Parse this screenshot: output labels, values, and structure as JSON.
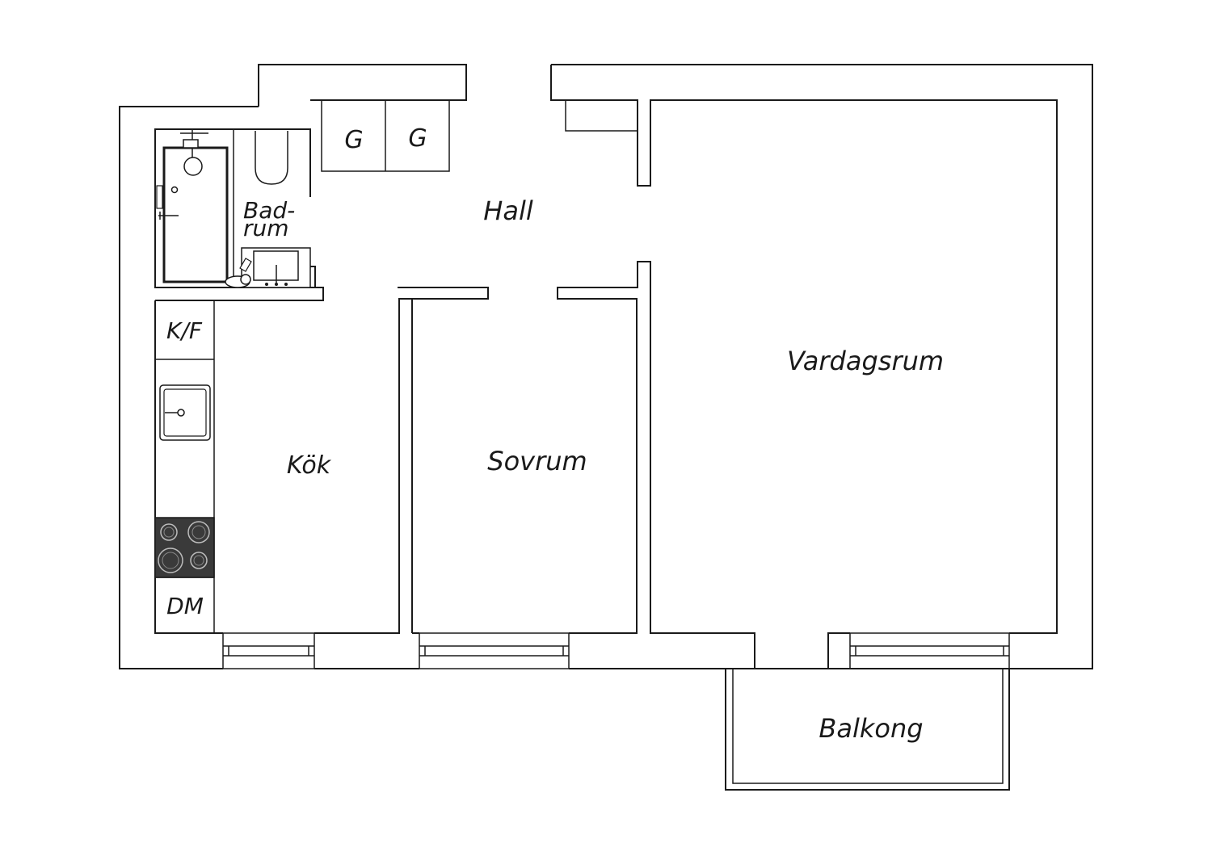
{
  "rooms": {
    "hall": "Hall",
    "vardagsrum": "Vardagsrum",
    "sovrum": "Sovrum",
    "kok": "Kök",
    "badrum_line1": "Bad-",
    "badrum_line2": "rum",
    "balkong": "Balkong"
  },
  "fixtures": {
    "wardrobe_1": "G",
    "wardrobe_2": "G",
    "fridge_freezer": "K/F",
    "dishwasher": "DM"
  },
  "colors": {
    "line": "#1a1a1a",
    "background": "#ffffff",
    "stove": "#3a3a3a"
  }
}
